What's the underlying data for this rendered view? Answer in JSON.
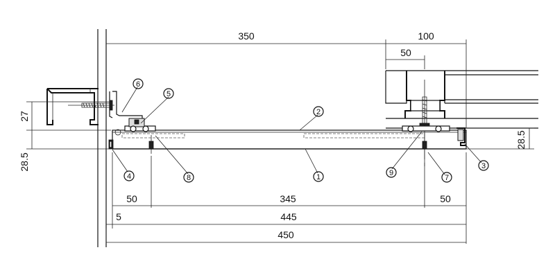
{
  "dimensions": {
    "top_350": "350",
    "top_100": "100",
    "top_50": "50",
    "left_27": "27",
    "left_28_5": "28.5",
    "right_28_5": "28.5",
    "bottom_50_left": "50",
    "bottom_345": "345",
    "bottom_50_right": "50",
    "bottom_5": "5",
    "bottom_445": "445",
    "bottom_450": "450"
  },
  "callouts": {
    "c1": "1",
    "c2": "2",
    "c3": "3",
    "c4": "4",
    "c5": "5",
    "c6": "6",
    "c7": "7",
    "c8": "8",
    "c9": "9"
  }
}
